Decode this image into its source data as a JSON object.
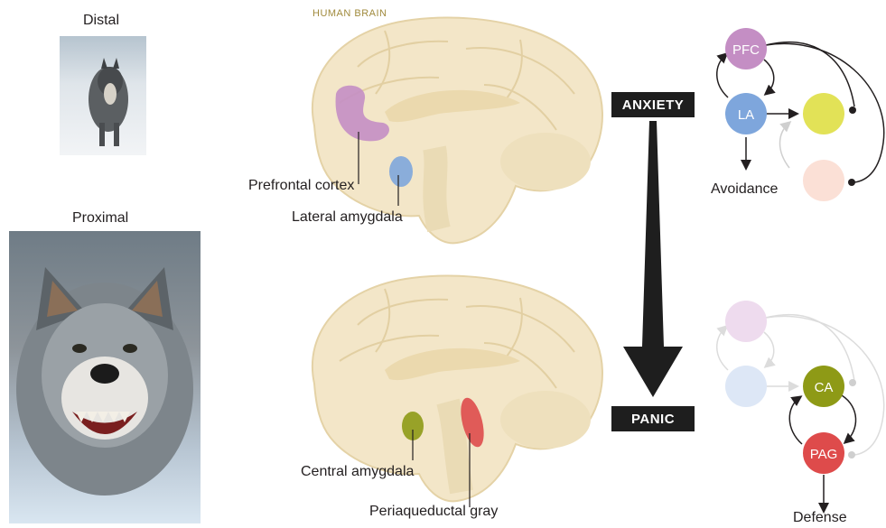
{
  "photos": {
    "distal_label": "Distal",
    "proximal_label": "Proximal"
  },
  "brain": {
    "title": "HUMAN BRAIN",
    "top_labels": {
      "prefrontal": "Prefrontal cortex",
      "lateral_amygdala": "Lateral amygdala"
    },
    "bottom_labels": {
      "central_amygdala": "Central amygdala",
      "periaqueductal": "Periaqueductal gray"
    }
  },
  "states": {
    "anxiety": "ANXIETY",
    "panic": "PANIC"
  },
  "circuit_top": {
    "pfc": "PFC",
    "la": "LA",
    "output": "Avoidance"
  },
  "circuit_bottom": {
    "ca": "CA",
    "pag": "PAG",
    "output": "Defense"
  },
  "colors": {
    "pfc": "#c48ec4",
    "la": "#7ea6dc",
    "ca": "#8e9a16",
    "pag": "#de4b4b",
    "yellow_node": "#e2e257",
    "peach_node": "#fbe0d6",
    "brain_fill": "#f3e6c8",
    "brain_stroke": "#e4d2a6",
    "tag_bg": "#1e1e1e",
    "brain_title": "#a08a3c"
  }
}
